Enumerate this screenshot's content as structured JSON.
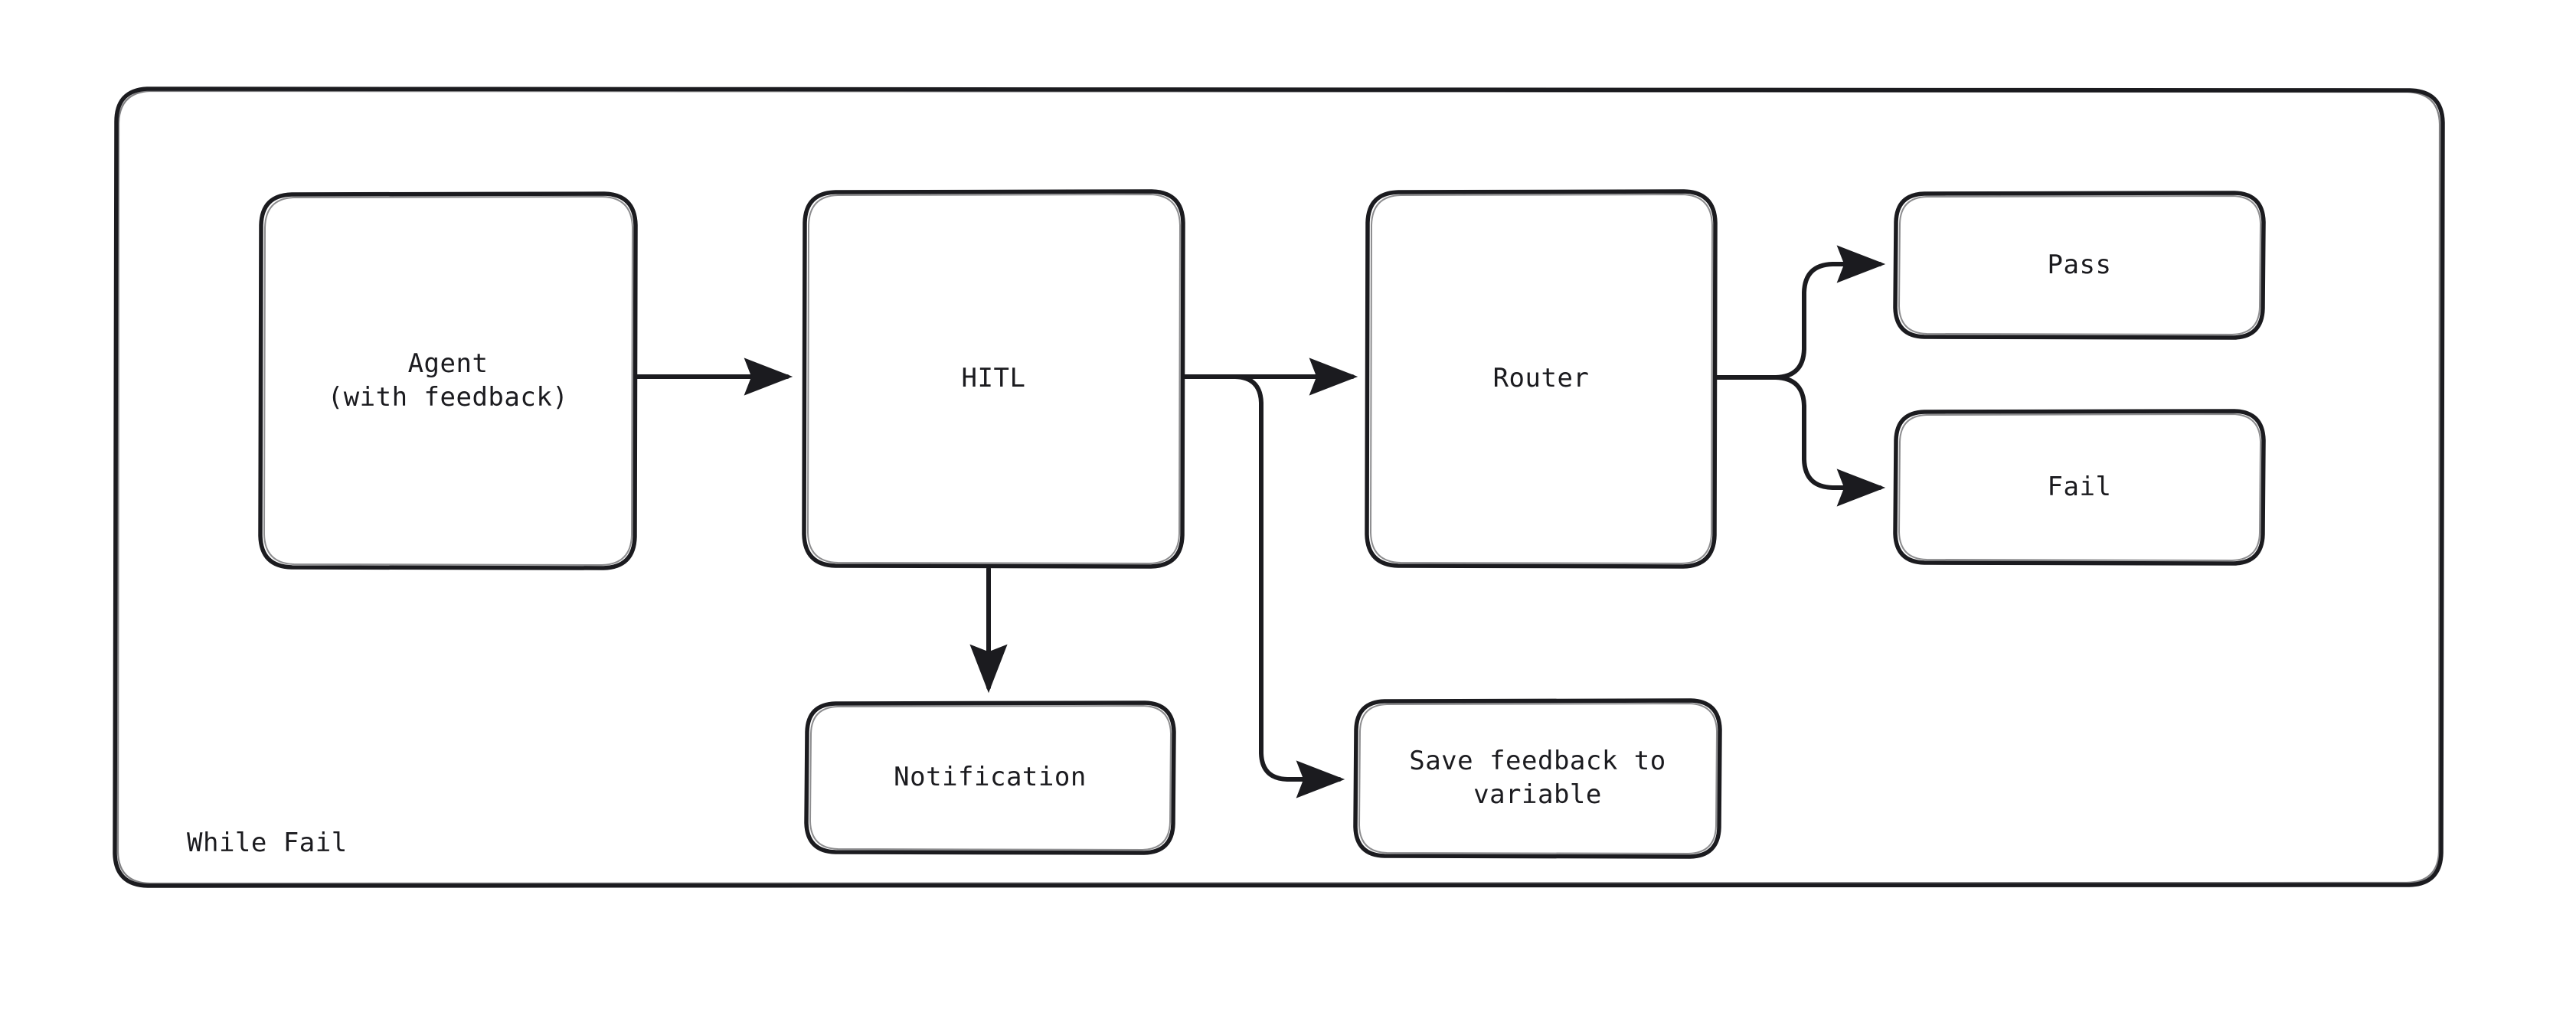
{
  "diagram": {
    "type": "flowchart",
    "direction": "left-to-right",
    "stroke_color": "#1b1b1f",
    "fill_color": "#ffffff",
    "background_color": "#ffffff",
    "style": "hand-drawn",
    "subgraph": {
      "label": "While Fail"
    },
    "nodes": [
      {
        "id": "agent",
        "label": "Agent\n(with feedback)",
        "shape": "rounded-rect"
      },
      {
        "id": "hitl",
        "label": "HITL",
        "shape": "rounded-rect"
      },
      {
        "id": "router",
        "label": "Router",
        "shape": "rounded-rect"
      },
      {
        "id": "pass",
        "label": "Pass",
        "shape": "rounded-rect"
      },
      {
        "id": "fail",
        "label": "Fail",
        "shape": "rounded-rect"
      },
      {
        "id": "notification",
        "label": "Notification",
        "shape": "rounded-rect"
      },
      {
        "id": "save",
        "label": "Save feedback to\nvariable",
        "shape": "rounded-rect"
      }
    ],
    "edges": [
      {
        "from": "agent",
        "to": "hitl",
        "label": ""
      },
      {
        "from": "hitl",
        "to": "router",
        "label": ""
      },
      {
        "from": "hitl",
        "to": "notification",
        "label": ""
      },
      {
        "from": "hitl",
        "to": "save",
        "label": ""
      },
      {
        "from": "router",
        "to": "pass",
        "label": ""
      },
      {
        "from": "router",
        "to": "fail",
        "label": ""
      }
    ]
  }
}
